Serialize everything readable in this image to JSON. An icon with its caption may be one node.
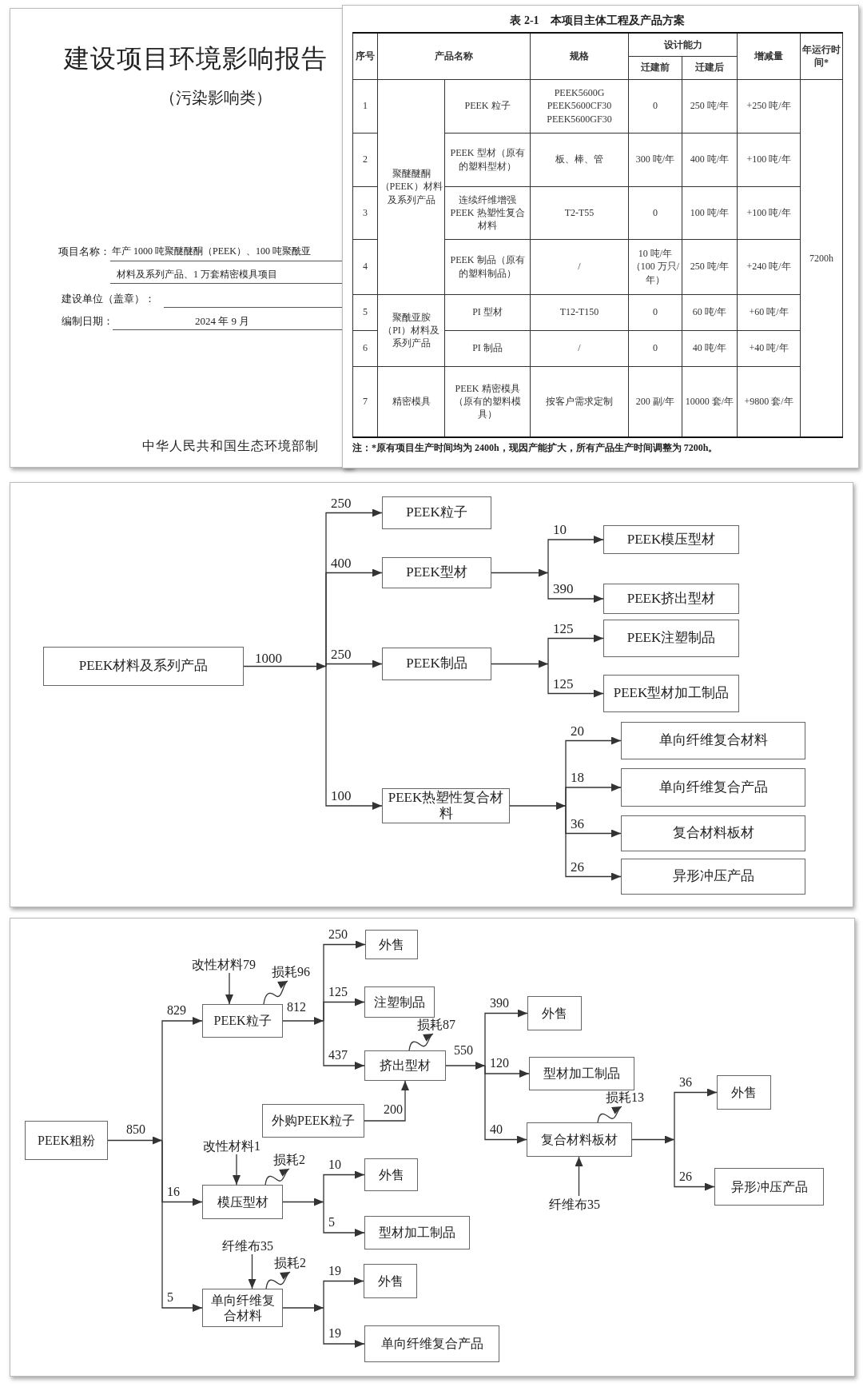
{
  "diagram": {
    "nodes": [
      {
        "text": [
          "PEEK材料及系列产品"
        ]
      },
      {
        "text": [
          "PEEK粒子"
        ]
      },
      {
        "text": [
          "PEEK型材"
        ]
      },
      {
        "text": [
          "PEEK制品"
        ]
      },
      {
        "text": [
          "PEEK热塑性复合材料"
        ]
      },
      {
        "text": [
          "PEEK模压型材"
        ]
      },
      {
        "text": [
          "PEEK挤出型材"
        ]
      },
      {
        "text": [
          "PEEK注塑制品"
        ]
      },
      {
        "text": [
          "PEEK型材加工制品"
        ]
      },
      {
        "text": [
          "单向纤维复合材料"
        ]
      },
      {
        "text": [
          "单向纤维复合产品"
        ]
      },
      {
        "text": [
          "复合材料板材"
        ]
      },
      {
        "text": [
          "异形冲压产品"
        ]
      },
      {
        "text": [
          "PEEK粗粉"
        ]
      },
      {
        "text": [
          "改性材料79"
        ]
      },
      {
        "text": [
          "损耗96"
        ]
      },
      {
        "text": [
          "PEEK粒子"
        ]
      },
      {
        "text": [
          "外售"
        ]
      },
      {
        "text": [
          "注塑制品"
        ]
      },
      {
        "text": [
          "损耗87"
        ]
      },
      {
        "text": [
          "挤出型材"
        ]
      },
      {
        "text": [
          "外购PEEK粒子"
        ]
      },
      {
        "text": [
          "外售"
        ]
      },
      {
        "text": [
          "型材加工制品"
        ]
      },
      {
        "text": [
          "损耗13"
        ]
      },
      {
        "text": [
          "复合材料板材"
        ]
      },
      {
        "text": [
          "纤维布35"
        ]
      },
      {
        "text": [
          "外售"
        ]
      },
      {
        "text": [
          "异形冲压产品"
        ]
      },
      {
        "text": [
          "改性材料1"
        ]
      },
      {
        "text": [
          "损耗2"
        ]
      },
      {
        "text": [
          "模压型材"
        ]
      },
      {
        "text": [
          "外售"
        ]
      },
      {
        "text": [
          "型材加工制品"
        ]
      },
      {
        "text": [
          "纤维布35"
        ]
      },
      {
        "text": [
          "损耗2"
        ]
      },
      {
        "text": [
          "单向纤维复合材料"
        ]
      },
      {
        "text": [
          "外售"
        ]
      },
      {
        "text": [
          "单向纤维复合产品"
        ]
      }
    ],
    "edges": [
      {
        "from": 0,
        "to": 1,
        "arrow": "to",
        "label": "250"
      },
      {
        "from": 0,
        "to": 2,
        "arrow": "to",
        "label": "400"
      },
      {
        "from": 0,
        "to": 3,
        "arrow": "to",
        "label": "250"
      },
      {
        "from": 0,
        "to": 4,
        "arrow": "to",
        "label": "100"
      },
      {
        "from": 2,
        "to": 5,
        "arrow": "to",
        "label": "10"
      },
      {
        "from": 2,
        "to": 6,
        "arrow": "to",
        "label": "390"
      },
      {
        "from": 3,
        "to": 7,
        "arrow": "to",
        "label": "125"
      },
      {
        "from": 3,
        "to": 8,
        "arrow": "to",
        "label": "125"
      },
      {
        "from": 4,
        "to": 9,
        "arrow": "to",
        "label": "20"
      },
      {
        "from": 4,
        "to": 10,
        "arrow": "to",
        "label": "18"
      },
      {
        "from": 4,
        "to": 11,
        "arrow": "to",
        "label": "36"
      },
      {
        "from": 4,
        "to": 12,
        "arrow": "to",
        "label": "26"
      },
      {
        "from": 13,
        "to": 16,
        "arrow": "to",
        "label": "829"
      },
      {
        "from": 13,
        "to": 31,
        "arrow": "to",
        "label": "16"
      },
      {
        "from": 13,
        "to": 36,
        "arrow": "to",
        "label": "5"
      },
      {
        "from": 14,
        "to": 16,
        "arrow": "to"
      },
      {
        "from": 16,
        "to": 15,
        "arrow": "to"
      },
      {
        "from": 16,
        "to": 17,
        "arrow": "to",
        "label": "250"
      },
      {
        "from": 16,
        "to": 18,
        "arrow": "to",
        "label": "125"
      },
      {
        "from": 16,
        "to": 20,
        "arrow": "to",
        "label": "437"
      },
      {
        "from": 21,
        "to": 20,
        "arrow": "to",
        "label": "200"
      },
      {
        "from": 20,
        "to": 19,
        "arrow": "to"
      },
      {
        "from": 20,
        "to": 22,
        "arrow": "to",
        "label": "390"
      },
      {
        "from": 20,
        "to": 23,
        "arrow": "to",
        "label": "120"
      },
      {
        "from": 20,
        "to": 25,
        "arrow": "to",
        "label": "40"
      },
      {
        "from": 25,
        "to": 24,
        "arrow": "to"
      },
      {
        "from": 26,
        "to": 25,
        "arrow": "to"
      },
      {
        "from": 25,
        "to": 27,
        "arrow": "to",
        "label": "36"
      },
      {
        "from": 25,
        "to": 28,
        "arrow": "to",
        "label": "26"
      },
      {
        "from": 29,
        "to": 31,
        "arrow": "to"
      },
      {
        "from": 31,
        "to": 30,
        "arrow": "to"
      },
      {
        "from": 31,
        "to": 32,
        "arrow": "to",
        "label": "10"
      },
      {
        "from": 31,
        "to": 33,
        "arrow": "to",
        "label": "5"
      },
      {
        "from": 34,
        "to": 36,
        "arrow": "to"
      },
      {
        "from": 36,
        "to": 35,
        "arrow": "to"
      },
      {
        "from": 36,
        "to": 37,
        "arrow": "to",
        "label": "19"
      },
      {
        "from": 36,
        "to": 38,
        "arrow": "to",
        "label": "19"
      }
    ],
    "labels": [
      "建设项目环境影响报告",
      "（污染影响类）",
      "项目名称：",
      "年产 1000 吨聚醚醚酮（PEEK）、100 吨聚酰亚",
      "材料及系列产品、1 万套精密模具项目",
      "建设单位（盖章）：",
      "编制日期：",
      "2024 年 9 月",
      "中华人民共和国生态环境部制",
      "表 2-1　本项目主体工程及产品方案",
      "序号",
      "产品名称",
      "规格",
      "设计能力",
      "增减量",
      "年运行时间*",
      "迁建前",
      "迁建后",
      "1",
      "聚醚醚酮（PEEK）材料及系列产品",
      "PEEK 粒子",
      "PEEK5600G PEEK5600CF30 PEEK5600GF30",
      "0",
      "250 吨/年",
      "+250 吨/年",
      "7200h",
      "2",
      "PEEK 型材（原有的塑料型材）",
      "板、棒、管",
      "300 吨/年",
      "400 吨/年",
      "+100 吨/年",
      "3",
      "连续纤维增强 PEEK 热塑性复合材料",
      "T2-T55",
      "0",
      "100 吨/年",
      "+100 吨/年",
      "4",
      "PEEK 制品（原有的塑料制品）",
      "/",
      "10 吨/年（100 万只/年）",
      "250 吨/年",
      "+240 吨/年",
      "5",
      "聚酰亚胺（PI）材料及系列产品",
      "PI 型材",
      "T12-T150",
      "0",
      "60 吨/年",
      "+60 吨/年",
      "6",
      "PI 制品",
      "/",
      "0",
      "40 吨/年",
      "+40 吨/年",
      "7",
      "精密模具",
      "PEEK 精密模具（原有的塑料模具）",
      "按客户需求定制",
      "200 副/年",
      "10000 套/年",
      "+9800 套/年",
      "注：*原有项目生产时间均为 2400h，现因产能扩大，所有产品生产时间调整为 7200h。",
      "1000",
      "850",
      "812",
      "550"
    ]
  }
}
